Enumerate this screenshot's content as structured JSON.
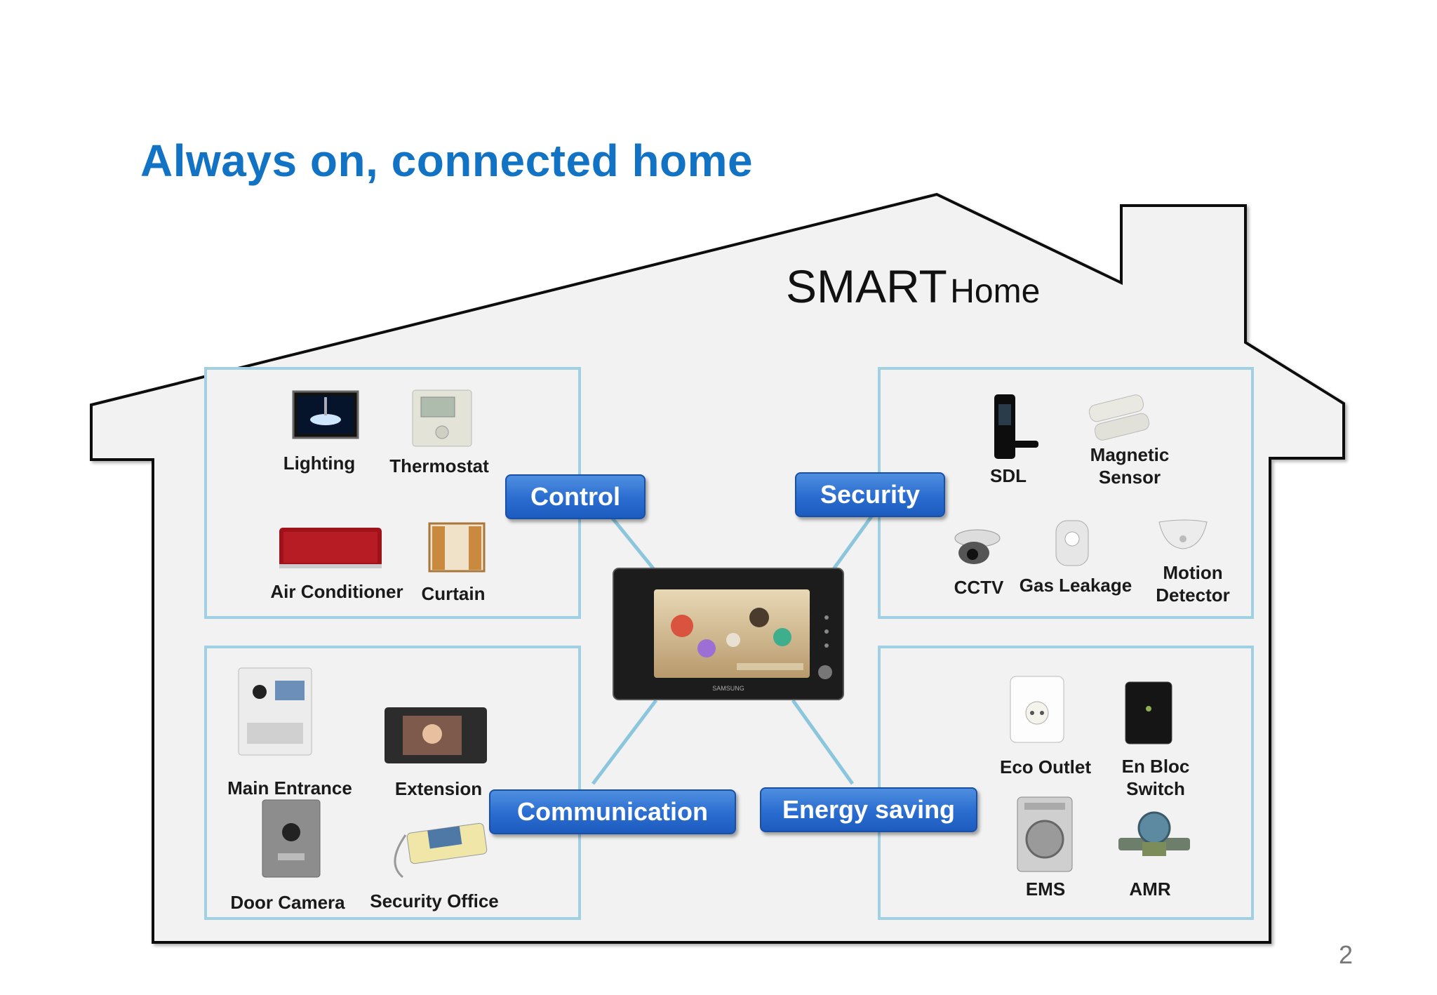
{
  "slide": {
    "title": "Always on, connected home",
    "page_number": "2"
  },
  "house": {
    "title_big": "SMART",
    "title_small": "Home"
  },
  "categories": {
    "control": "Control",
    "security": "Security",
    "communication": "Communication",
    "energy": "Energy saving"
  },
  "control_devices": {
    "lighting": "Lighting",
    "thermostat": "Thermostat",
    "air_conditioner": "Air Conditioner",
    "curtain": "Curtain"
  },
  "security_devices": {
    "sdl": "SDL",
    "magnetic_sensor_1": "Magnetic",
    "magnetic_sensor_2": "Sensor",
    "cctv": "CCTV",
    "gas_leakage": "Gas Leakage",
    "motion_detector_1": "Motion",
    "motion_detector_2": "Detector"
  },
  "communication_devices": {
    "main_entrance": "Main Entrance",
    "extension": "Extension",
    "door_camera": "Door Camera",
    "security_office": "Security Office"
  },
  "energy_devices": {
    "eco_outlet": "Eco Outlet",
    "en_bloc_1": "En Bloc",
    "en_bloc_2": "Switch",
    "ems": "EMS",
    "amr": "AMR"
  },
  "hub": {
    "brand": "SAMSUNG"
  },
  "colors": {
    "title": "#1273c4",
    "button": "#2a6cd0",
    "panel_border": "#9fd0e4",
    "connector": "#8cc6dc"
  }
}
